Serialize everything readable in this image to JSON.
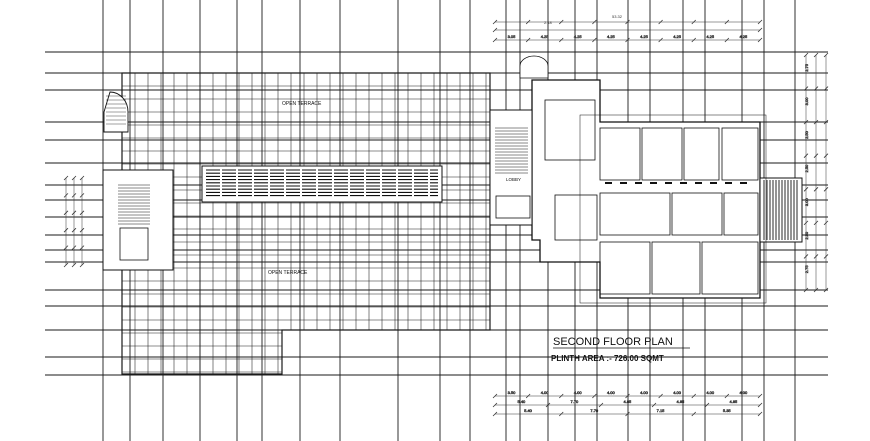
{
  "drawing": {
    "title": "SECOND FLOOR PLAN",
    "plinth_area": "PLINTH AREA :- 726.00 SQMT",
    "labels": {
      "open_terrace_top": "OPEN TERRACE",
      "open_terrace_bottom": "OPEN TERRACE",
      "lobby": "LOBBY"
    },
    "dimensions": {
      "top_overall": "53.32",
      "top_partial": "2.18",
      "top_segments": [
        "3.05",
        "4.25",
        "4.25",
        "4.25",
        "4.25",
        "4.25",
        "4.25",
        "4.25"
      ],
      "right_side": [
        "2.75",
        "3.00",
        "2.50",
        "2.50",
        "3.00",
        "2.50",
        "2.75"
      ],
      "bottom_row_1": [
        "3.50",
        "4.00",
        "4.00",
        "4.00",
        "4.00",
        "4.00",
        "4.00",
        "4.00"
      ],
      "bottom_row_2": [
        "5.40",
        "7.70",
        "4.85",
        "4.85",
        "4.85"
      ],
      "bottom_row_3": [
        "5.40",
        "7.70",
        "7.15",
        "5.35"
      ]
    },
    "colors": {
      "line": "#1a1a1a",
      "background": "#ffffff"
    }
  }
}
